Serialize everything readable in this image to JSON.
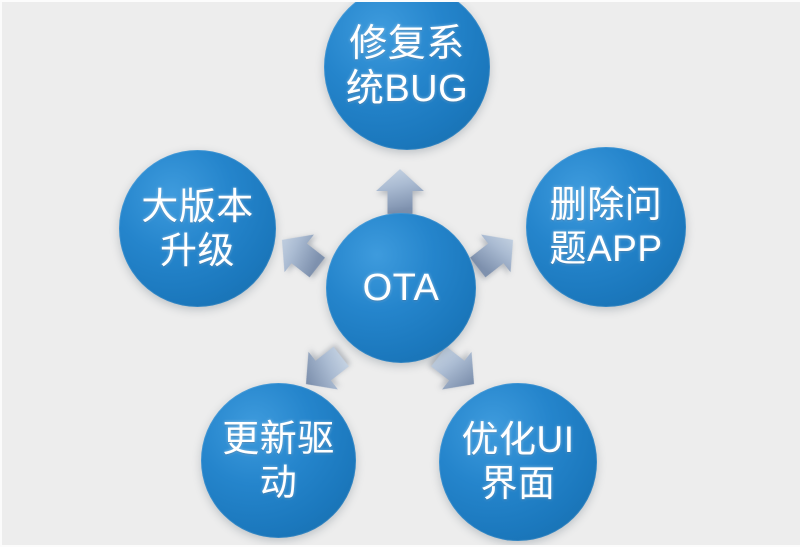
{
  "diagram": {
    "type": "hub-and-spoke",
    "background_color": "#ededed",
    "node_color": "#2585cc",
    "arrow_color": "#a9bad0",
    "center": {
      "id": "ota",
      "label": "OTA"
    },
    "spokes": [
      {
        "id": "fix-system-bug",
        "label": "修复系\n统BUG",
        "position": "top"
      },
      {
        "id": "delete-problem-app",
        "label": "删除问\n题APP",
        "position": "right"
      },
      {
        "id": "optimize-ui",
        "label": "优化UI\n界面",
        "position": "bottom-right"
      },
      {
        "id": "update-driver",
        "label": "更新驱\n动",
        "position": "bottom-left"
      },
      {
        "id": "major-upgrade",
        "label": "大版本\n升级",
        "position": "left"
      }
    ],
    "arrows": [
      {
        "id": "arrow-top",
        "from": "ota",
        "to": "fix-system-bug",
        "direction": "up"
      },
      {
        "id": "arrow-right",
        "from": "ota",
        "to": "delete-problem-app",
        "direction": "up-right"
      },
      {
        "id": "arrow-left",
        "from": "ota",
        "to": "major-upgrade",
        "direction": "up-left"
      },
      {
        "id": "arrow-bottom-left",
        "from": "ota",
        "to": "update-driver",
        "direction": "down-left"
      },
      {
        "id": "arrow-bottom-right",
        "from": "ota",
        "to": "optimize-ui",
        "direction": "down-right"
      }
    ]
  }
}
